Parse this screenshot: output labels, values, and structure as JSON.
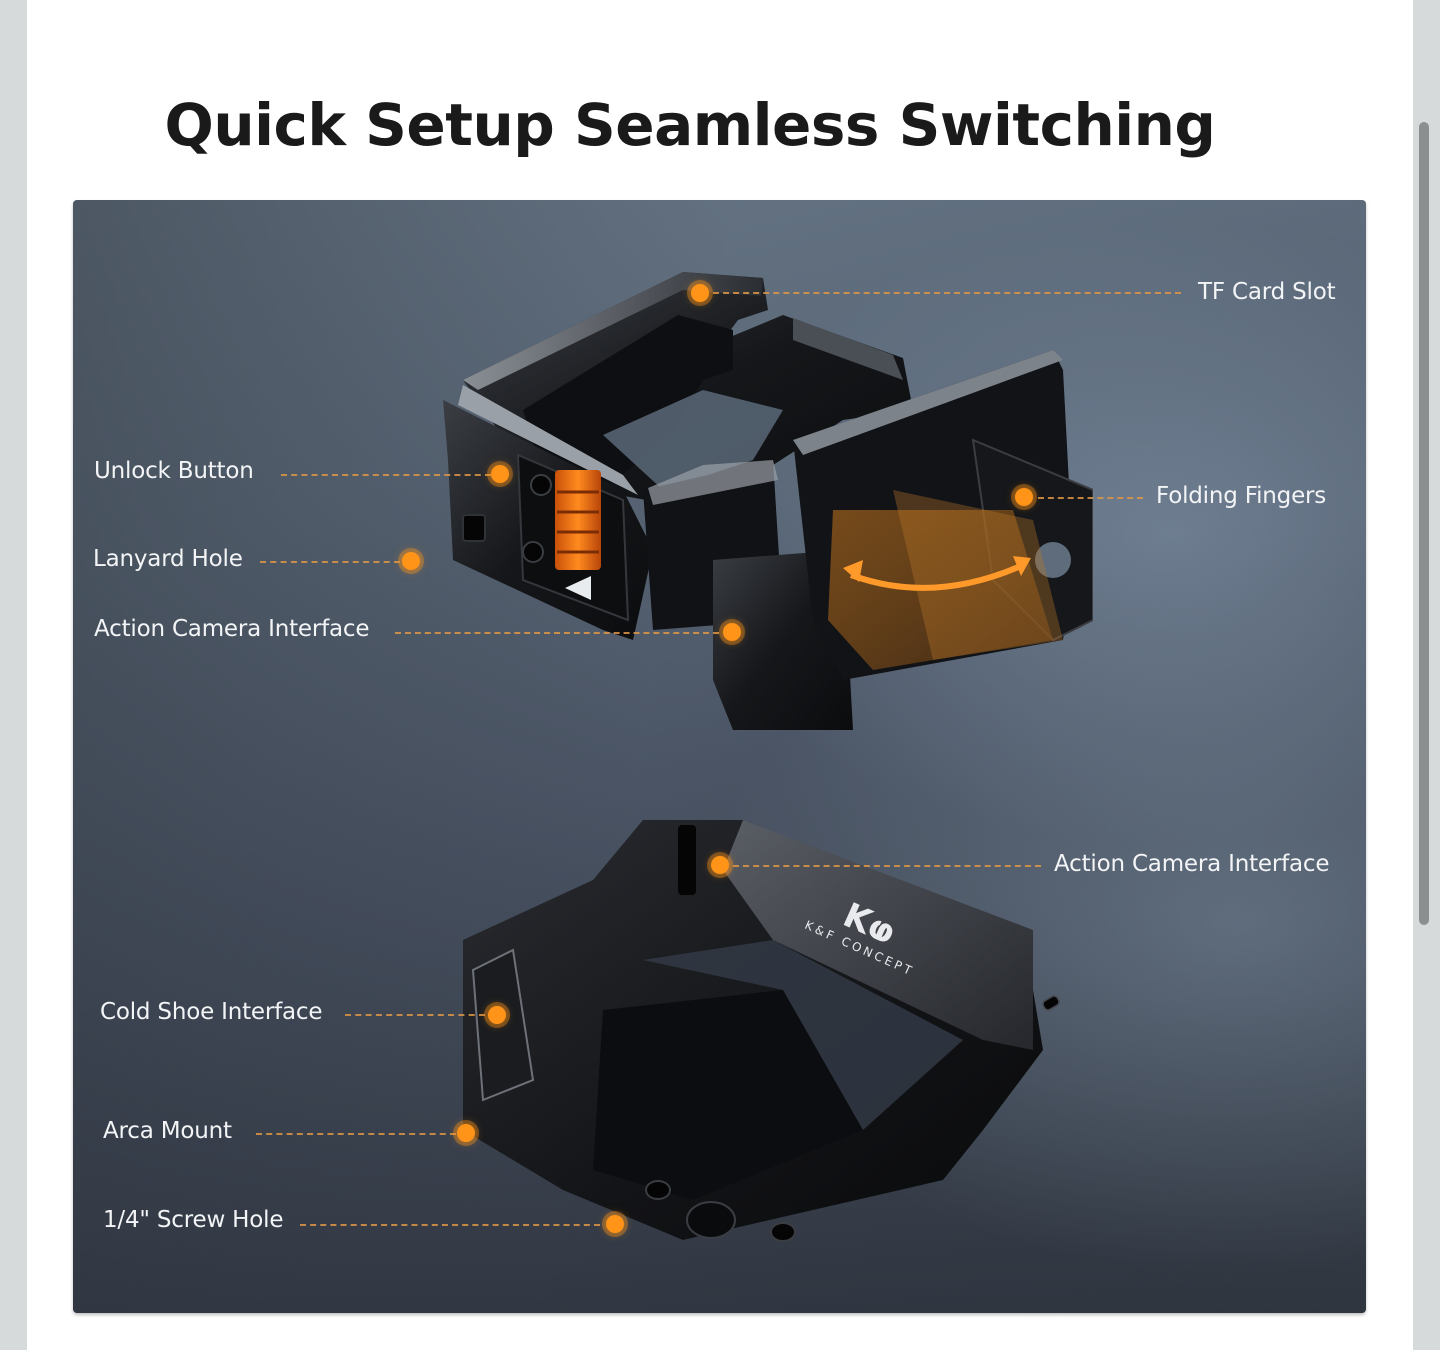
{
  "page": {
    "title": "Quick Setup Seamless Switching"
  },
  "hero": {
    "brand_logo_text": "K&F CONCEPT",
    "accent_color": "#ff9418",
    "line_color": "#de9646",
    "top_product_callouts": [
      {
        "label": "TF Card Slot",
        "side": "right"
      },
      {
        "label": "Unlock Button",
        "side": "left"
      },
      {
        "label": "Folding Fingers",
        "side": "right"
      },
      {
        "label": "Lanyard Hole",
        "side": "left"
      },
      {
        "label": "Action Camera Interface",
        "side": "left"
      }
    ],
    "bottom_product_callouts": [
      {
        "label": "Action Camera Interface",
        "side": "right"
      },
      {
        "label": "Cold Shoe Interface",
        "side": "left"
      },
      {
        "label": "Arca Mount",
        "side": "left"
      },
      {
        "label": "1/4\" Screw Hole",
        "side": "left"
      }
    ]
  },
  "scrollbar": {
    "thumb_color": "#8c8f90",
    "track_color": "#d6dadb"
  }
}
